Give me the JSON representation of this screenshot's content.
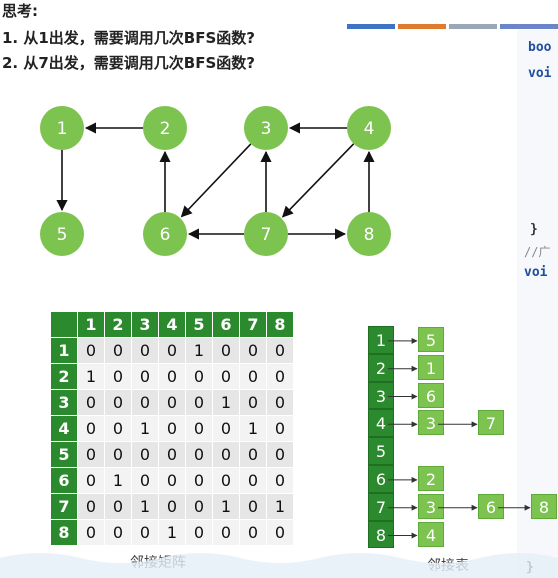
{
  "questions": {
    "title": "思考:",
    "q1": "1.  从1出发，需要调用几次BFS函数?",
    "q2": "2.  从7出发，需要调用几次BFS函数?"
  },
  "code_fragments": {
    "line1": "boo",
    "line2": "voi",
    "line3": "}",
    "line4": "//广",
    "line5": "voi",
    "line6": "}"
  },
  "colors": {
    "node": "#7cc34f",
    "matrix_header": "#2b8a2e",
    "strip": [
      "#3d73c4",
      "#e07b2e",
      "#9aa7b8",
      "#6a86c8"
    ]
  },
  "graph": {
    "nodes": [
      {
        "id": "1",
        "label": "1"
      },
      {
        "id": "2",
        "label": "2"
      },
      {
        "id": "3",
        "label": "3"
      },
      {
        "id": "4",
        "label": "4"
      },
      {
        "id": "5",
        "label": "5"
      },
      {
        "id": "6",
        "label": "6"
      },
      {
        "id": "7",
        "label": "7"
      },
      {
        "id": "8",
        "label": "8"
      }
    ],
    "edges": [
      {
        "from": "2",
        "to": "1"
      },
      {
        "from": "1",
        "to": "5"
      },
      {
        "from": "6",
        "to": "2"
      },
      {
        "from": "3",
        "to": "6"
      },
      {
        "from": "4",
        "to": "3"
      },
      {
        "from": "4",
        "to": "7"
      },
      {
        "from": "7",
        "to": "3"
      },
      {
        "from": "7",
        "to": "6"
      },
      {
        "from": "7",
        "to": "8"
      },
      {
        "from": "8",
        "to": "4"
      }
    ]
  },
  "matrix": {
    "headers": [
      "1",
      "2",
      "3",
      "4",
      "5",
      "6",
      "7",
      "8"
    ],
    "rows": [
      {
        "label": "1",
        "values": [
          "0",
          "0",
          "0",
          "0",
          "1",
          "0",
          "0",
          "0"
        ]
      },
      {
        "label": "2",
        "values": [
          "1",
          "0",
          "0",
          "0",
          "0",
          "0",
          "0",
          "0"
        ]
      },
      {
        "label": "3",
        "values": [
          "0",
          "0",
          "0",
          "0",
          "0",
          "1",
          "0",
          "0"
        ]
      },
      {
        "label": "4",
        "values": [
          "0",
          "0",
          "1",
          "0",
          "0",
          "0",
          "1",
          "0"
        ]
      },
      {
        "label": "5",
        "values": [
          "0",
          "0",
          "0",
          "0",
          "0",
          "0",
          "0",
          "0"
        ]
      },
      {
        "label": "6",
        "values": [
          "0",
          "1",
          "0",
          "0",
          "0",
          "0",
          "0",
          "0"
        ]
      },
      {
        "label": "7",
        "values": [
          "0",
          "0",
          "1",
          "0",
          "0",
          "1",
          "0",
          "1"
        ]
      },
      {
        "label": "8",
        "values": [
          "0",
          "0",
          "0",
          "1",
          "0",
          "0",
          "0",
          "0"
        ]
      }
    ],
    "caption": "邻接矩阵"
  },
  "adjacency_list": {
    "heads": [
      "1",
      "2",
      "3",
      "4",
      "5",
      "6",
      "7",
      "8"
    ],
    "lists": [
      [
        "5"
      ],
      [
        "1"
      ],
      [
        "6"
      ],
      [
        "3",
        "7"
      ],
      [],
      [
        "2"
      ],
      [
        "3",
        "6",
        "8"
      ],
      [
        "4"
      ]
    ],
    "caption": "邻接表"
  }
}
